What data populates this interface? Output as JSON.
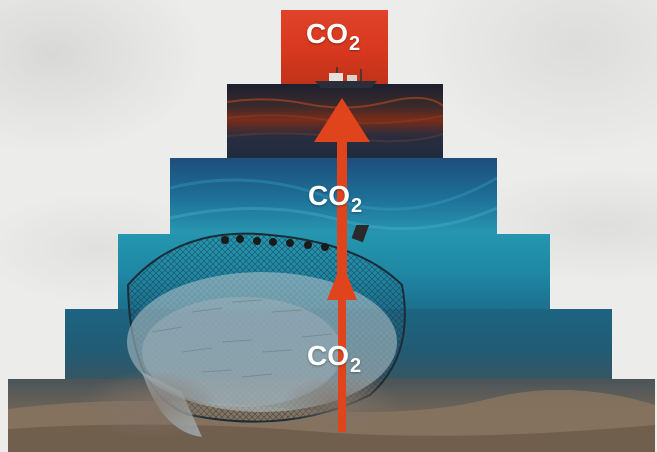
{
  "image": {
    "labels": {
      "top": {
        "main": "CO",
        "sub": "2"
      },
      "middle": {
        "main": "CO",
        "sub": "2"
      },
      "bottom": {
        "main": "CO",
        "sub": "2"
      }
    },
    "scene_elements": [
      "fishing-boat",
      "trawl-net",
      "fish-school",
      "seabed",
      "upward-arrow"
    ],
    "colors": {
      "arrow": "#e0441c",
      "top_block": "#d8381e",
      "ocean_mid": "#1d6c96",
      "ocean_low": "#1f87a4",
      "seabed": "#7b6a55",
      "background": "#ececea"
    }
  }
}
